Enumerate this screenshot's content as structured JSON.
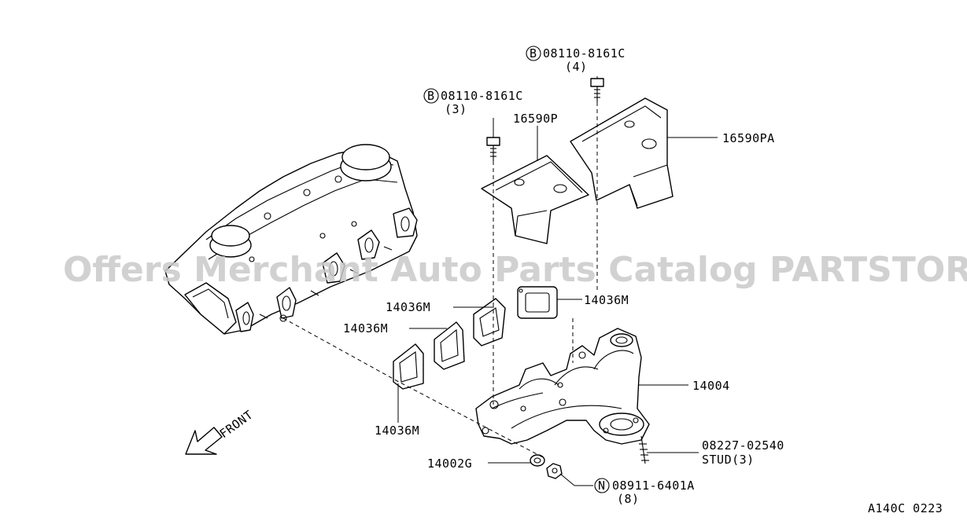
{
  "watermark": "Offers Merchant Auto Parts Catalog PARTSTORE.SA",
  "labels": {
    "bolt_b_4": {
      "badge": "B",
      "part": "08110-8161C",
      "qty": "(4)"
    },
    "bolt_b_3": {
      "badge": "B",
      "part": "08110-8161C",
      "qty": "(3)"
    },
    "heat_shield_front": "16590P",
    "heat_shield_rear": "16590PA",
    "gasket_1": "14036M",
    "gasket_2": "14036M",
    "gasket_3": "14036M",
    "gasket_4": "14036M",
    "manifold": "14004",
    "stud": {
      "part": "08227-02540",
      "desc": "STUD(3)"
    },
    "washer": "14002G",
    "nut_n": {
      "badge": "N",
      "part": "08911-6401A",
      "qty": "(8)"
    },
    "front": "FRONT",
    "diagram_code": "A140C 0223"
  }
}
